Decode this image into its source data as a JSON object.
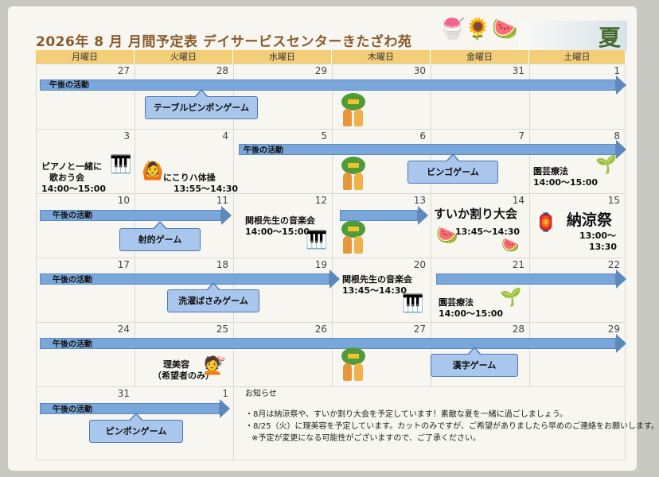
{
  "header": {
    "title": "2026年 8 月  月間予定表  デイサービスセンターきたざわ苑",
    "season": "夏"
  },
  "weekdays": [
    "月曜日",
    "火曜日",
    "水曜日",
    "木曜日",
    "金曜日",
    "土曜日"
  ],
  "dates": {
    "r1": [
      "27",
      "28",
      "29",
      "30",
      "31",
      "1"
    ],
    "r2": [
      "3",
      "4",
      "5",
      "6",
      "7",
      "8"
    ],
    "r3": [
      "10",
      "11",
      "12",
      "13",
      "14",
      "15"
    ],
    "r4": [
      "17",
      "18",
      "19",
      "20",
      "21",
      "22"
    ],
    "r5": [
      "24",
      "25",
      "26",
      "27",
      "28",
      "29"
    ],
    "r6": [
      "31",
      "1"
    ]
  },
  "activities": {
    "afternoon": "午後の活動",
    "table_pingpong": "テーブルピンポンゲーム",
    "bingo": "ビンゴゲーム",
    "shooting": "射的ゲーム",
    "clothespin": "洗濯ばさみゲーム",
    "kanji": "漢字ゲーム",
    "pingpong": "ピンポンゲーム"
  },
  "events": {
    "piano_title": "ピアノと一緒に",
    "piano_title2": "歌おう会",
    "piano_time": "14:00～15:00",
    "niko_title": "にこりハ体操",
    "niko_time": "13:55～14:30",
    "garden1_title": "園芸療法",
    "garden1_time": "14:00～15:00",
    "sekine1_title": "関根先生の音楽会",
    "sekine1_time": "14:00～15:00",
    "suika_title": "すいか割り大会",
    "suika_time": "13:45～14:30",
    "noryo_title": "納涼祭",
    "noryo_time1": "13:00～",
    "noryo_time2": "13:30",
    "sekine2_title": "関根先生の音楽会",
    "sekine2_time": "13:45～14:30",
    "garden2_title": "園芸療法",
    "garden2_time": "14:00～15:00",
    "barber_title": "理美容",
    "barber_note": "（希望者のみ）"
  },
  "notice": {
    "heading": "お知らせ",
    "line1": "・8月は納涼祭や、すいか割り大会を予定しています！素敵な夏を一緒に過ごしましょう。",
    "line2": "・8/25（火）に理美容を予定しています。カットのみですが、ご希望がありましたら早めのご連絡をお願いします。",
    "line3": "※予定が変更になる可能性がございますので、ご了承ください。"
  }
}
